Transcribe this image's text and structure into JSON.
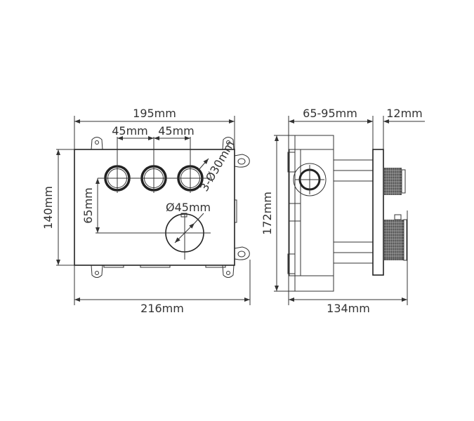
{
  "front_view": {
    "width_inner": "195mm",
    "spacing_left": "45mm",
    "spacing_right": "45mm",
    "small_holes": "3-Ø30mm",
    "large_hole": "Ø45mm",
    "offset_vertical": "65mm",
    "height": "140mm",
    "width_total": "216mm"
  },
  "side_view": {
    "depth_range": "65-95mm",
    "plate_thickness": "12mm",
    "height": "172mm",
    "depth_total": "134mm"
  }
}
